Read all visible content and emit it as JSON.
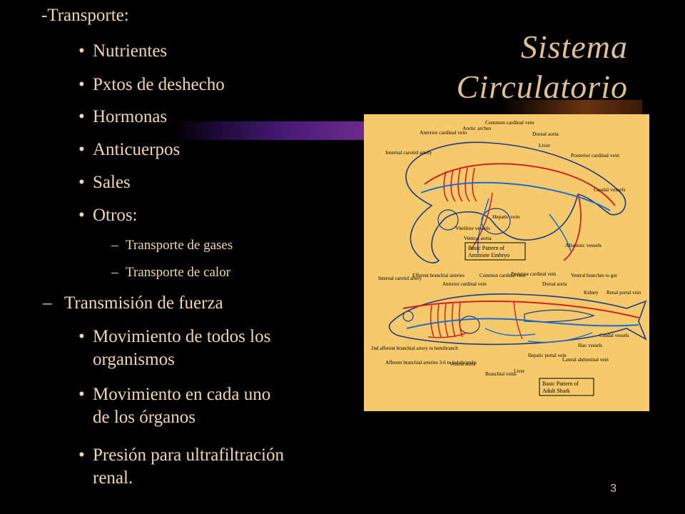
{
  "slide": {
    "title_line1": "Sistema",
    "title_line2": "Circulatorio",
    "number": "3"
  },
  "content": {
    "header": "-Transporte:",
    "bullets": [
      "Nutrientes",
      "Pxtos de deshecho",
      "Hormonas",
      "Anticuerpos",
      "Sales",
      "Otros:"
    ],
    "sub_bullets": [
      "Transporte de gases",
      "Transporte de calor"
    ],
    "section2": "Transmisión de fuerza",
    "bullets2": [
      {
        "line1": "Movimiento de todos los",
        "line2": "organismos"
      },
      {
        "line1": "Movimiento en cada uno",
        "line2": "de los órganos"
      },
      {
        "line1": "Presión para ultrafiltración",
        "line2": "renal."
      }
    ],
    "bullet_symbol": "•",
    "dash_symbol": "–"
  },
  "diagram": {
    "top_caption_1": "Basic Pattern of",
    "top_caption_2": "Ammiote Embryo",
    "bottom_caption_1": "Basic Pattern of",
    "bottom_caption_2": "Adult Shark",
    "top_labels": {
      "anterior_cardinal": "Anterior cardinal vein",
      "aortic_arches": "Aortic arches",
      "common_cardinal": "Common cardinal vein",
      "dorsal_aorta": "Dorsal aorta",
      "internal_carotid": "Internal carotid artery",
      "liver": "Liver",
      "posterior_cardinal": "Posterior cardinal vein",
      "caudal_vessels": "Caudal vessels",
      "ventral_aorta": "Ventral aorta",
      "hepatic_vein": "Hepatic vein",
      "vitelline_vessels": "Vitelline vessels",
      "allantoic_vessels": "Allantoic vessels"
    },
    "bottom_labels": {
      "internal_carotid": "Internal carotid artery",
      "efferent_branchial": "Efferent branchial arteries",
      "anterior_cardinal": "Anterior cardinal vein",
      "common_cardinal": "Common cardinal vein",
      "posterior_cardinal": "Posterior cardinal vein",
      "dorsal_aorta": "Dorsal aorta",
      "ventral_branches": "Ventral branches to gut",
      "kidney": "Kidney",
      "renal_portal": "Renal portal vein",
      "second_afferent": "2nd afferent branchial artery to hemibranch",
      "afferent_branchial": "Afferent branchial arteries 3-6 to holobranchs",
      "ventral_aorta": "Ventral aorta",
      "branchial_veins": "Branchial veins",
      "liver": "Liver",
      "hepatic_portal": "Hepatic portal vein",
      "lateral_abdominal": "Lateral abdominal vein",
      "iliac_vessels": "Iliac vessels",
      "caudal_vessels": "Caudal vessels"
    }
  }
}
